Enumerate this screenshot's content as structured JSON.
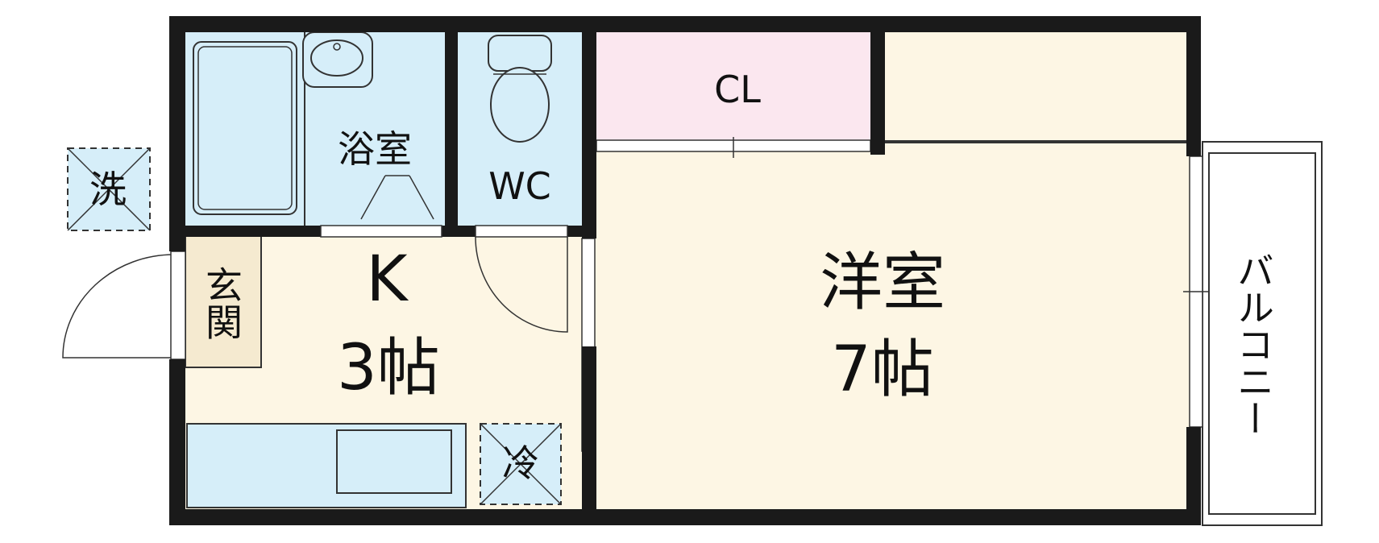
{
  "floor_plan": {
    "rooms": {
      "western_room": {
        "name": "洋室",
        "size": "7帖"
      },
      "kitchen": {
        "name": "K",
        "size": "3帖"
      },
      "bathroom": {
        "name": "浴室"
      },
      "toilet": {
        "name": "WC"
      },
      "closet": {
        "name": "CL"
      },
      "entrance": {
        "name": "玄関"
      },
      "balcony": {
        "name": "バルコニー"
      }
    },
    "markers": {
      "washer": "洗",
      "fridge": "冷"
    },
    "colors": {
      "wall": "#1a1a1a",
      "wet_area": "#d6eef9",
      "living_floor": "#fdf6e4",
      "closet": "#fbe7ef",
      "fixture_stroke": "#333333"
    }
  }
}
